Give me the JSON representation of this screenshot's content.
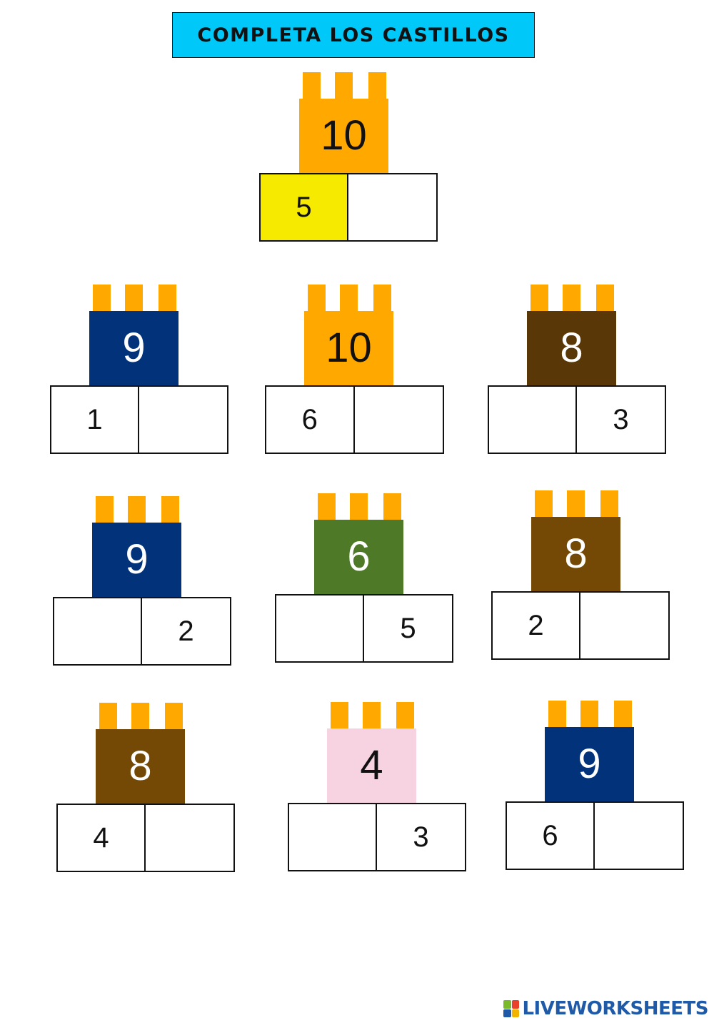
{
  "title": "COMPLETA LOS CASTILLOS",
  "castles": [
    {
      "top": "10",
      "tower_color": "#ffa800",
      "text_color": "dark",
      "left": "5",
      "right": "",
      "left_highlight": "#f5ea00"
    },
    {
      "top": "9",
      "tower_color": "#02327a",
      "text_color": "light",
      "left": "1",
      "right": ""
    },
    {
      "top": "10",
      "tower_color": "#ffa800",
      "text_color": "dark",
      "left": "6",
      "right": ""
    },
    {
      "top": "8",
      "tower_color": "#5a3706",
      "text_color": "light",
      "left": "",
      "right": "3"
    },
    {
      "top": "9",
      "tower_color": "#02327a",
      "text_color": "light",
      "left": "",
      "right": "2"
    },
    {
      "top": "6",
      "tower_color": "#4e7a27",
      "text_color": "light",
      "left": "",
      "right": "5"
    },
    {
      "top": "8",
      "tower_color": "#744906",
      "text_color": "light",
      "left": "2",
      "right": ""
    },
    {
      "top": "8",
      "tower_color": "#744906",
      "text_color": "light",
      "left": "4",
      "right": ""
    },
    {
      "top": "4",
      "tower_color": "#f7d3e2",
      "text_color": "dark",
      "left": "",
      "right": "3"
    },
    {
      "top": "9",
      "tower_color": "#02327a",
      "text_color": "light",
      "left": "6",
      "right": ""
    }
  ],
  "logo": {
    "text": "LIVEWORKSHEETS",
    "icon_colors": [
      "#7ab929",
      "#e9412b",
      "#1e5aa8",
      "#f2b400"
    ]
  }
}
